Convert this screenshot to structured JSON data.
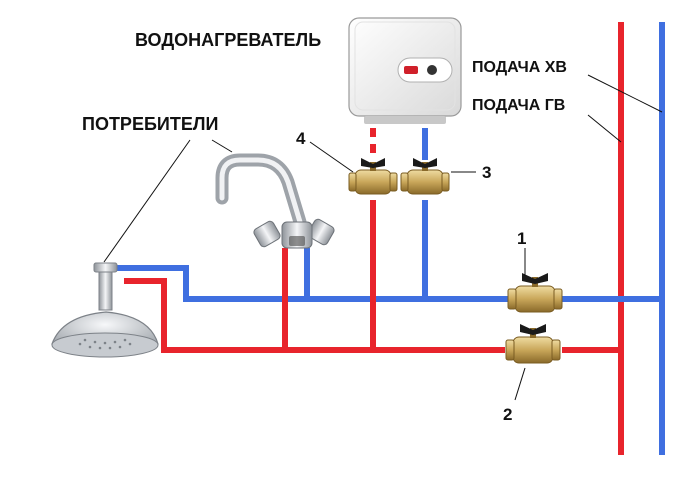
{
  "labels": {
    "water_heater": "ВОДОНАГРЕВАТЕЛЬ",
    "consumers": "ПОТРЕБИТЕЛИ",
    "cold_supply": "ПОДАЧА ХВ",
    "hot_supply": "ПОДАЧА ГВ",
    "valve_1": "1",
    "valve_2": "2",
    "valve_3": "3",
    "valve_4": "4"
  },
  "colors": {
    "hot_pipe": "#e8242c",
    "cold_pipe": "#3f6fe0",
    "valve_brass": "#c9a75a",
    "valve_handle": "#1a1a1a",
    "heater_body": "#f2f2f2",
    "chrome": "#b8bcc2"
  }
}
